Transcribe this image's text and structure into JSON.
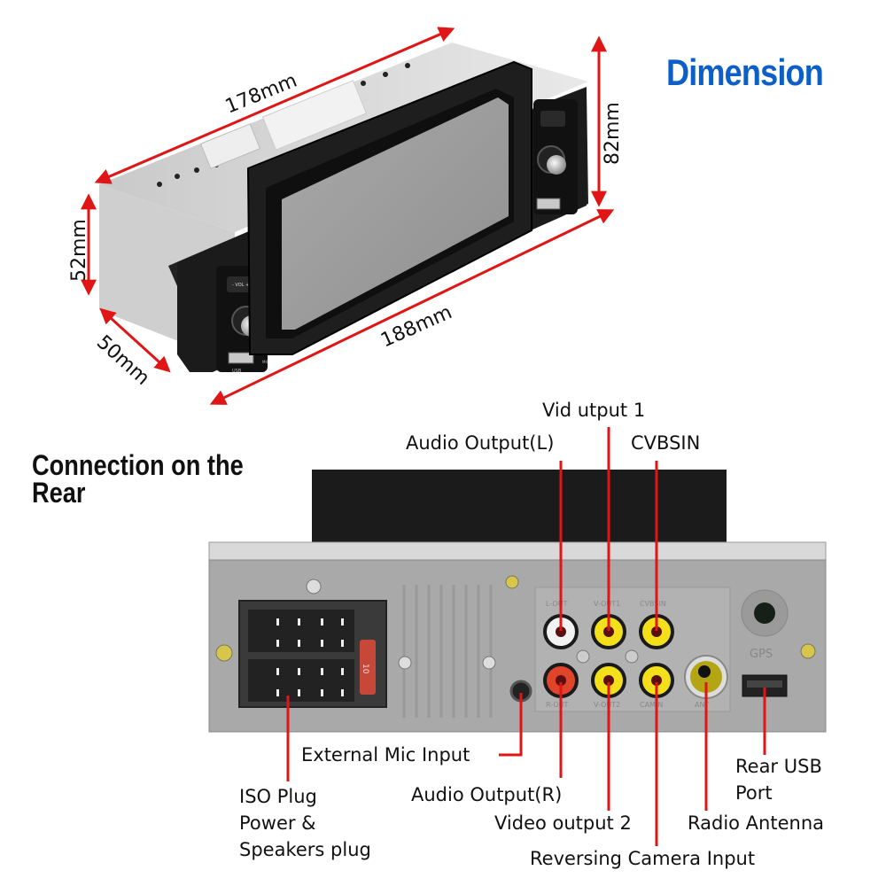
{
  "titles": {
    "dimension": "Dimension",
    "rear": [
      "Connection on the",
      "Rear"
    ]
  },
  "dimensions": {
    "length_top": "178mm",
    "length_front": "188mm",
    "height_front": "82mm",
    "height_chassis": "52mm",
    "depth": "50mm"
  },
  "front_panel": {
    "vol_label": "- VOL +",
    "usb_label": "USB",
    "mic_label": "MIC"
  },
  "rear_panel": {
    "jack_labels": [
      "L-OUT",
      "V-OUT1",
      "CVBSIN",
      "R-OUT",
      "V-OUT2",
      "CAMIN",
      "ANT"
    ],
    "gps_label": "GPS",
    "fuse_label": "10"
  },
  "callouts": {
    "video_output_1": "Vid      utput 1",
    "audio_output_l": "Audio  Output(L)",
    "cvbsin": "CVBSIN",
    "external_mic": "External Mic Input",
    "audio_output_r": "Audio Output(R)",
    "video_output_2": "Video output 2",
    "reversing_camera": "Reversing Camera Input",
    "radio_antenna": "Radio Antenna",
    "rear_usb": [
      "Rear USB",
      "Port"
    ],
    "iso_plug": [
      "ISO Plug",
      "Power &",
      "Speakers plug"
    ]
  },
  "colors": {
    "accent_blue": "#0b5fc6",
    "arrow_red": "#e01515",
    "chassis_gray": "#b8b8b8",
    "bezel_black": "#1b1b1b",
    "rca_yellow": "#f3e01b",
    "rca_red": "#e0442a"
  }
}
